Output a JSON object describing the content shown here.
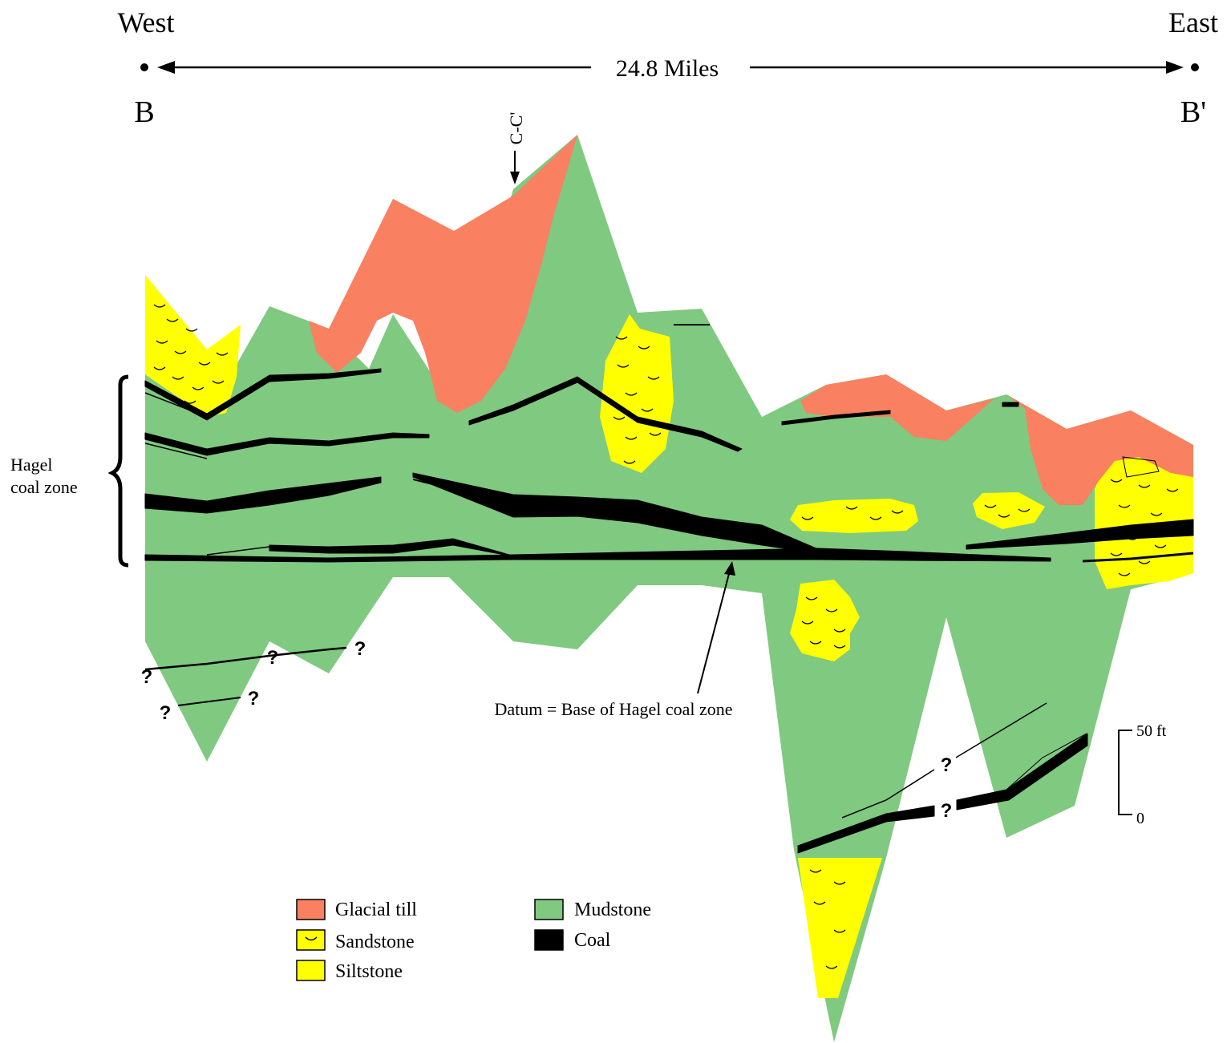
{
  "header": {
    "west": "West",
    "east": "East",
    "distance": "24.8  Miles",
    "left_point": "B",
    "right_point": "B'",
    "crossline": "C-C'"
  },
  "zone_label": {
    "line1": "Hagel",
    "line2": "coal zone"
  },
  "datum_label": "Datum = Base of Hagel coal zone",
  "uncertain_mark": "?",
  "scale_bar": {
    "top": "50 ft",
    "bottom": "0"
  },
  "legend": [
    {
      "label": "Glacial till",
      "color": "#f98060"
    },
    {
      "label": "Sandstone",
      "color": "#ffff00"
    },
    {
      "label": "Siltstone",
      "color": "#ffff00"
    },
    {
      "label": "Mudstone",
      "color": "#80c980"
    },
    {
      "label": "Coal",
      "color": "#000000"
    }
  ],
  "colors": {
    "glacial_till": "#f98060",
    "mudstone": "#80c980",
    "sandstone": "#ffff00",
    "coal": "#000000"
  }
}
